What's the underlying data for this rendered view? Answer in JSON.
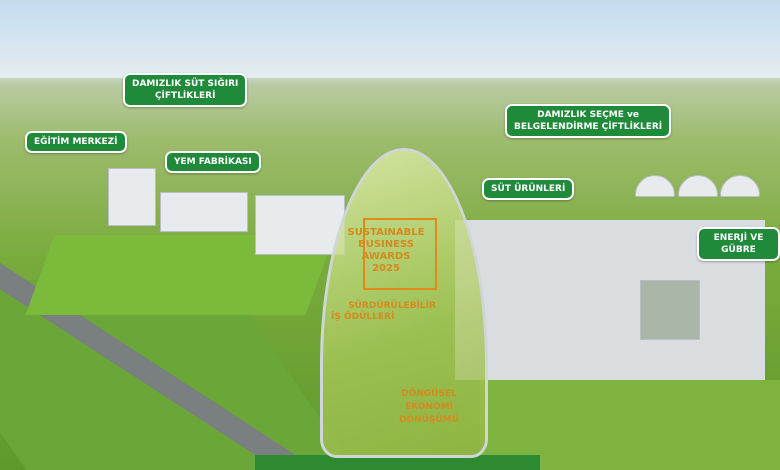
{
  "labels": {
    "breeding_cattle": [
      "DAMIZLIK SÜT SIĞIRI",
      "ÇİFTLİKLERİ"
    ],
    "training": "EĞİTİM MERKEZİ",
    "feed": "YEM FABRİKASI",
    "selection": [
      "DAMIZLIK SEÇME ve",
      "BELGELENDİRME ÇİFTLİKLERİ"
    ],
    "dairy": "SÜT ÜRÜNLERİ",
    "energy": "ENERJİ VE GÜBRE"
  },
  "trophy": {
    "award": [
      "SUSTAINABLE",
      "BUSINESS",
      "AWARDS",
      "2025"
    ],
    "award_tr": [
      "SÜRDÜRÜLEBİLİR",
      "İŞ ÖDÜLLERİ"
    ],
    "category": [
      "DÖNGÜSEL",
      "EKONOMİ",
      "DÖNÜŞÜMÜ"
    ]
  }
}
